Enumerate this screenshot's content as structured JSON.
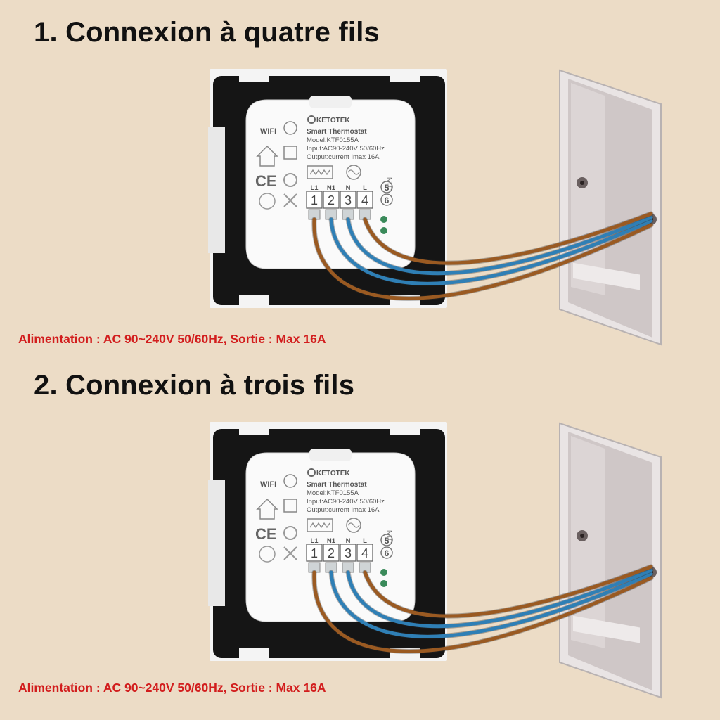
{
  "sections": [
    {
      "title": "1. Connexion à quatre fils",
      "spec": "Alimentation : AC 90~240V 50/60Hz, Sortie : Max 16A"
    },
    {
      "title": "2. Connexion à trois fils",
      "spec": "Alimentation : AC 90~240V 50/60Hz, Sortie : Max 16A"
    }
  ],
  "device": {
    "brand": "KETOTEK",
    "product": "Smart Thermostat",
    "model": "Model:KTF0155A",
    "input": "Input:AC90-240V 50/60Hz",
    "output": "Output:current Imax 16A",
    "wifi": "WIFI",
    "ce": "CE",
    "ntc": "NTC",
    "terminal_labels": [
      "L1",
      "N1",
      "N",
      "L"
    ],
    "terminal_numbers": [
      "1",
      "2",
      "3",
      "4"
    ],
    "sensor_numbers": [
      "5",
      "6"
    ]
  },
  "colors": {
    "background": "#ecdcc6",
    "spec_text": "#d21d1d",
    "wire_brown": "#9a5a22",
    "wire_blue": "#2f7fb5"
  }
}
